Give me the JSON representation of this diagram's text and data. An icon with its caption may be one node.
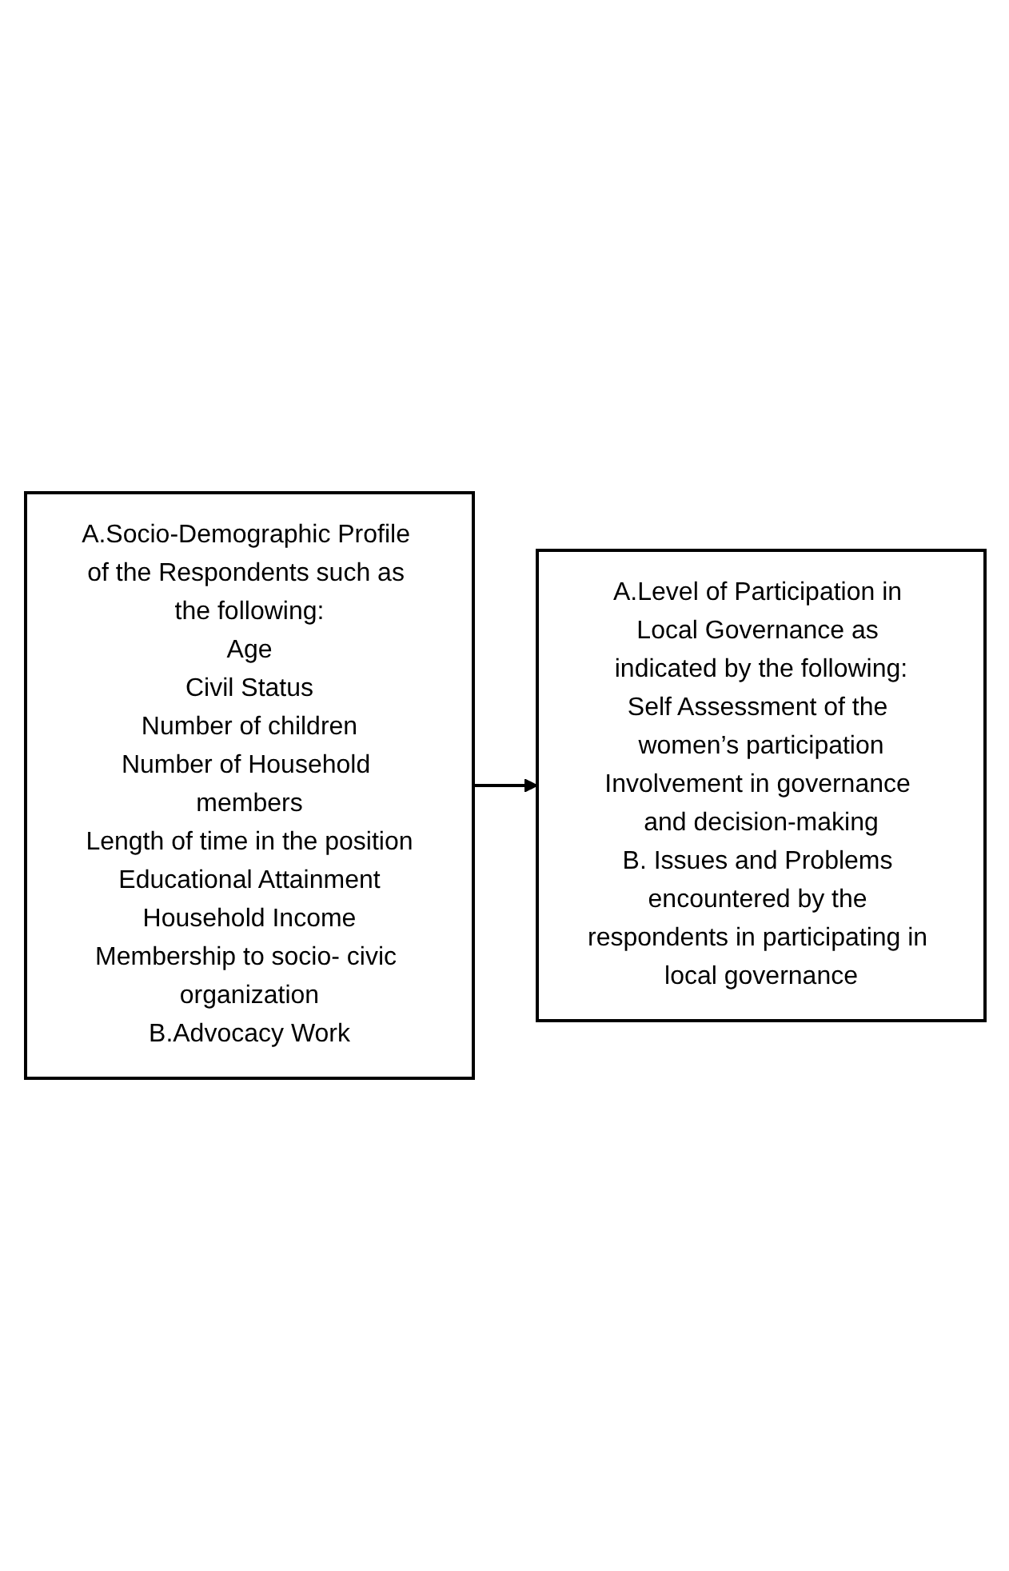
{
  "diagram": {
    "nodes": [
      {
        "text": [
          "A.Socio-Demographic Profile of the Respondents such as the following:",
          "Age",
          "Civil Status",
          "Number of children",
          "Number of Household members",
          "Length of time in the position",
          "Educational Attainment",
          "Household Income",
          "Membership to socio- civic organization",
          "B.Advocacy Work"
        ]
      },
      {
        "text": [
          "A.Level of Participation in Local Governance as indicated by the following:",
          "Self Assessment of the women’s participation",
          "Involvement in governance and decision-making",
          "B. Issues and Problems encountered by the respondents in participating in local governance"
        ]
      }
    ],
    "edges": [
      {
        "from": 0,
        "to": 1,
        "arrow": "to"
      }
    ]
  }
}
